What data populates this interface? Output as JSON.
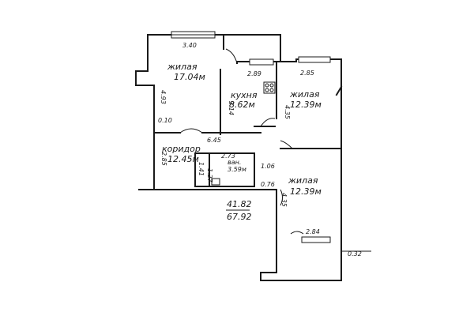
{
  "rooms": {
    "living_1": {
      "name": "жилая",
      "area": "17.04м"
    },
    "kitchen": {
      "name": "кухня",
      "area": "8.62м"
    },
    "living_2": {
      "name": "жилая",
      "area": "12.39м"
    },
    "corridor": {
      "name": "коридор",
      "area": "12.45м"
    },
    "bathroom": {
      "name": "ван.",
      "area": "3.59м"
    },
    "living_3": {
      "name": "жилая",
      "area": "12.39м"
    }
  },
  "dimensions": {
    "top_living_1": "3.40",
    "side_living_1": "4.93",
    "kitchen_width": "2.89",
    "kitchen_depth": "3.14",
    "top_living_2": "2.85",
    "side_living_2": "4.35",
    "door_010": "0.10",
    "corridor_len": "6.45",
    "corridor_side": "2.85",
    "bath_273": "2.73",
    "bath_127": "1.27",
    "bath_141": "1.41",
    "bath_106": "1.06",
    "bath_076": "0.76",
    "side_living_3": "4.35",
    "bottom_living_3": "2.84",
    "balcony": "0.32"
  },
  "totals": {
    "living": "41.82",
    "total": "67.92"
  }
}
